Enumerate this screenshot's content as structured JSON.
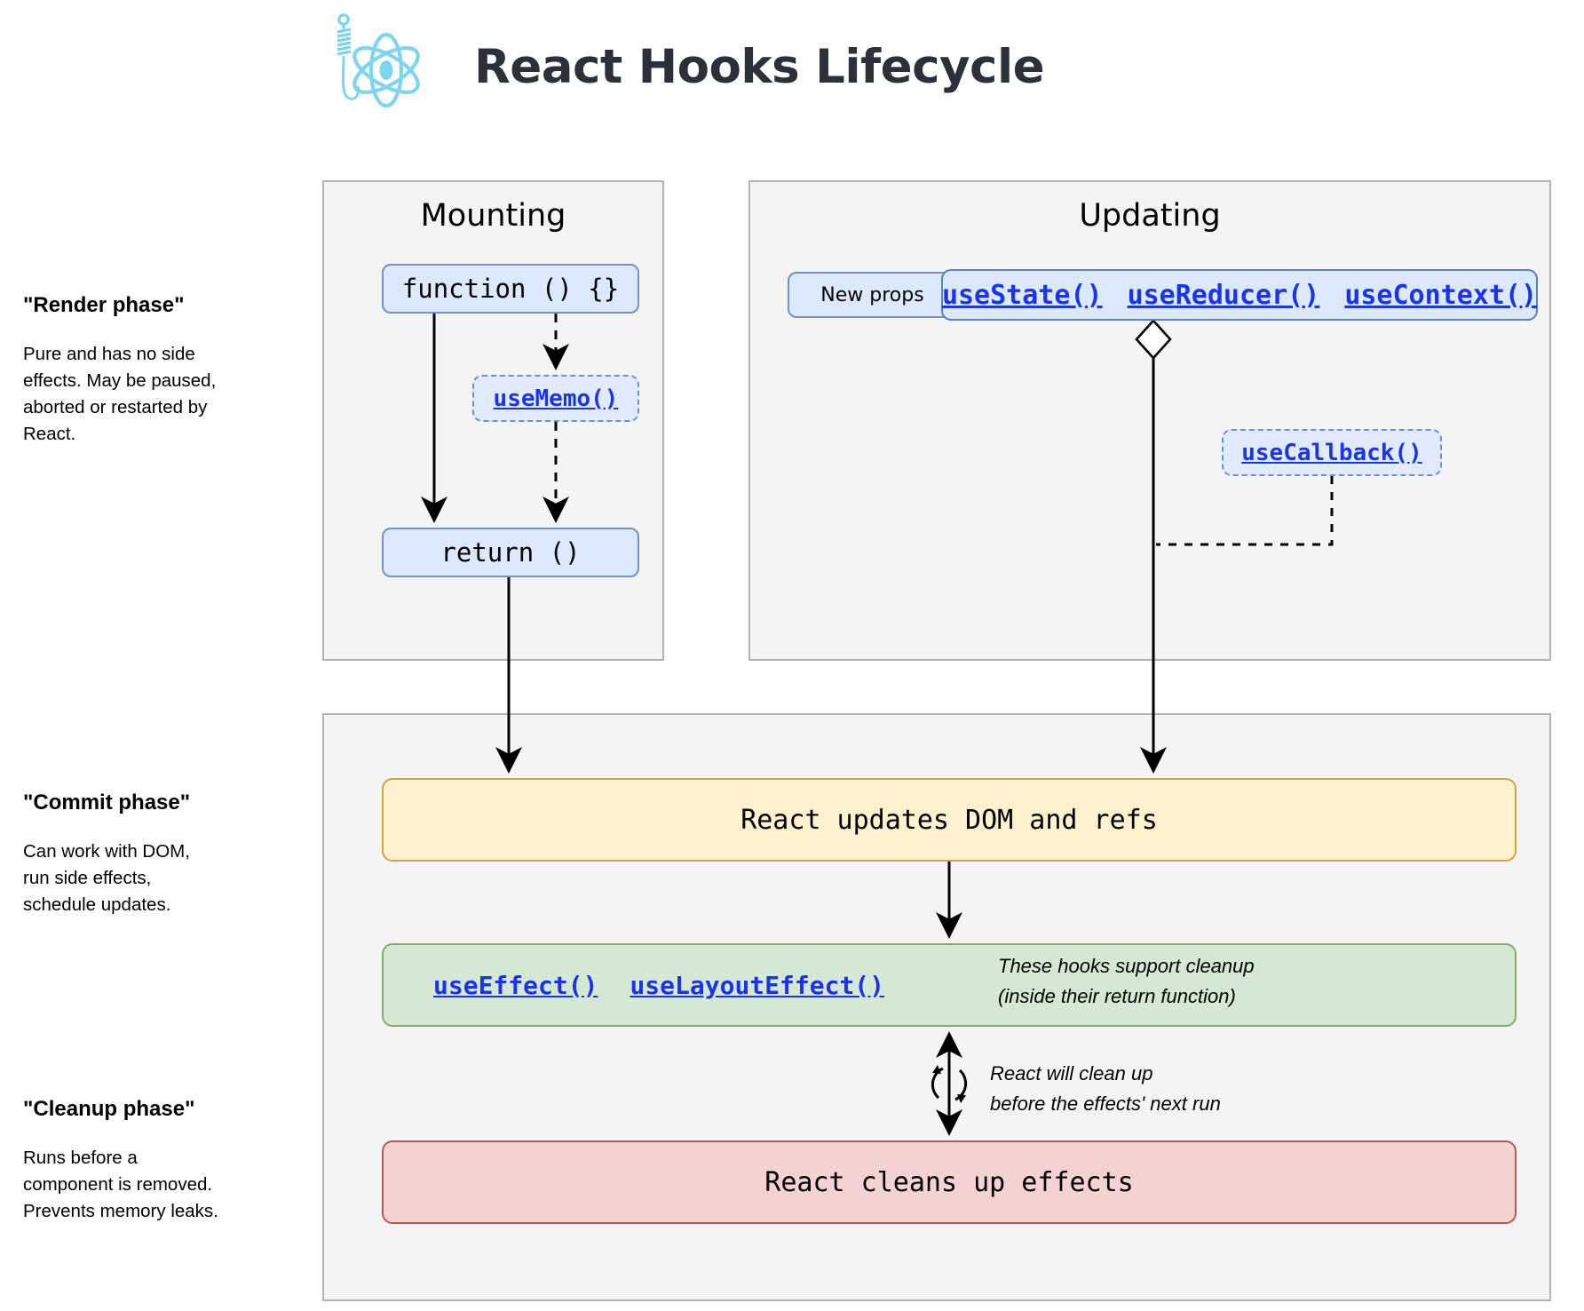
{
  "header": {
    "title": "React Hooks Lifecycle",
    "logo_icon": "react-atom-hook-icon",
    "logo_color": "#7fd4ef",
    "title_color": "#2b303b"
  },
  "phases": [
    {
      "id": "render",
      "title": "\"Render phase\"",
      "description": "Pure and has no side\neffects. May be paused,\naborted or restarted by\nReact."
    },
    {
      "id": "commit",
      "title": "\"Commit phase\"",
      "description": "Can work with DOM,\nrun side effects,\nschedule updates."
    },
    {
      "id": "cleanup",
      "title": "\"Cleanup phase\"",
      "description": "Runs before a\ncomponent is removed.\nPrevents memory leaks."
    }
  ],
  "panels": {
    "mounting": {
      "title": "Mounting"
    },
    "updating": {
      "title": "Updating"
    },
    "commit": {
      "title": ""
    }
  },
  "nodes": {
    "function": {
      "label": "function () {}"
    },
    "usememo": {
      "label": "useMemo()"
    },
    "return": {
      "label": "return ()"
    },
    "new_props": {
      "label": "New props"
    },
    "use_state": {
      "label": "useState()"
    },
    "use_reducer": {
      "label": "useReducer()"
    },
    "use_context": {
      "label": "useContext()"
    },
    "use_callback": {
      "label": "useCallback()"
    },
    "react_updates_dom": {
      "label": "React updates DOM and refs"
    },
    "use_effect": {
      "label": "useEffect()"
    },
    "use_layout_effect": {
      "label": "useLayoutEffect()"
    },
    "effects_note": "These hooks support cleanup\n(inside their return function)",
    "cleanup_note": "React will clean up\nbefore the effects' next run",
    "react_cleans_up": {
      "label": "React cleans up effects"
    }
  },
  "colors": {
    "panel_bg": "#f4f4f4",
    "panel_border": "#b3b3b3",
    "node_blue_bg": "#dce8fc",
    "node_blue_border": "#7292c8",
    "link_blue": "#1a33ee",
    "yellow_bg": "#fdf1ce",
    "yellow_border": "#cba642",
    "green_bg": "#d5e8d4",
    "green_border": "#81ad6b",
    "red_bg": "#f3d2d1",
    "red_border": "#b25b56"
  }
}
